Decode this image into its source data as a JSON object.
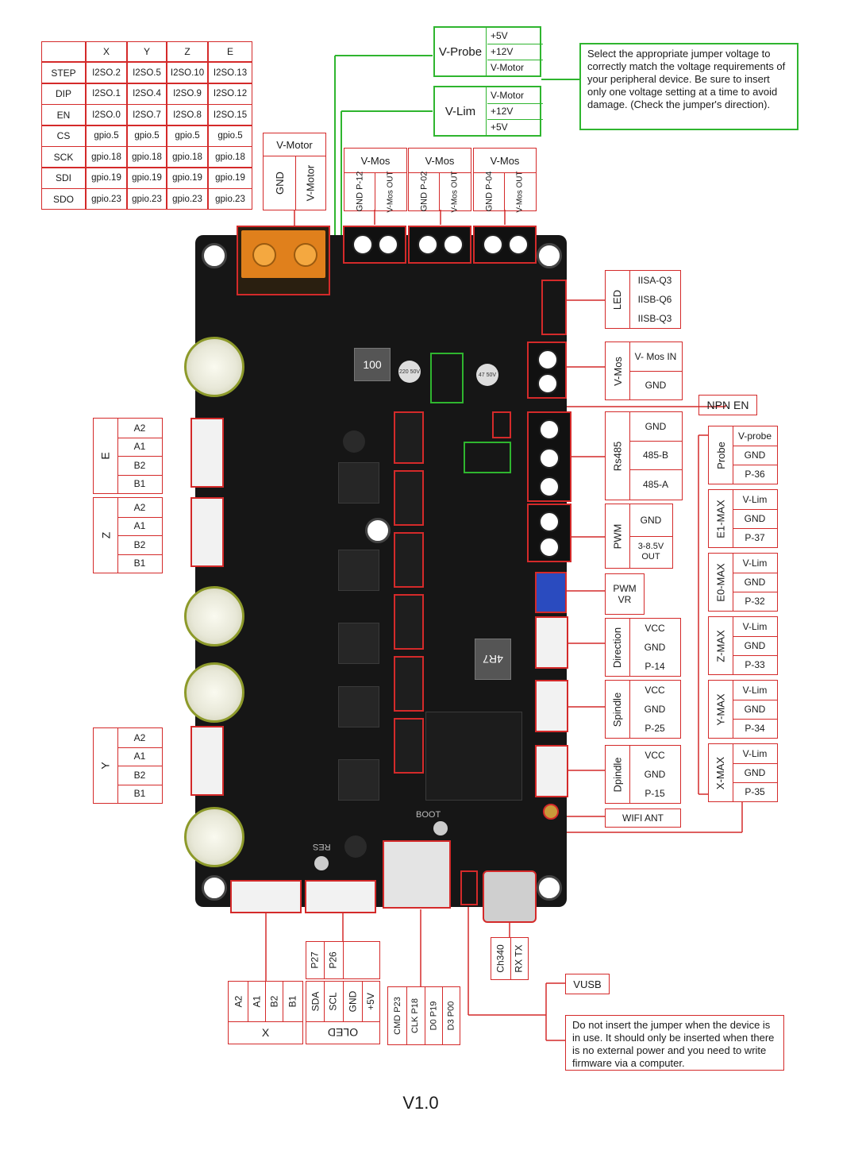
{
  "pin_table": {
    "headers": [
      "X",
      "Y",
      "Z",
      "E"
    ],
    "rows": [
      {
        "name": "STEP",
        "vals": [
          "I2SO.2",
          "I2SO.5",
          "I2SO.10",
          "I2SO.13"
        ]
      },
      {
        "name": "DIP",
        "vals": [
          "I2SO.1",
          "I2SO.4",
          "I2SO.9",
          "I2SO.12"
        ]
      },
      {
        "name": "EN",
        "vals": [
          "I2SO.0",
          "I2SO.7",
          "I2SO.8",
          "I2SO.15"
        ]
      },
      {
        "name": "CS",
        "vals": [
          "gpio.5",
          "gpio.5",
          "gpio.5",
          "gpio.5"
        ]
      },
      {
        "name": "SCK",
        "vals": [
          "gpio.18",
          "gpio.18",
          "gpio.18",
          "gpio.18"
        ]
      },
      {
        "name": "SDI",
        "vals": [
          "gpio.19",
          "gpio.19",
          "gpio.19",
          "gpio.19"
        ]
      },
      {
        "name": "SDO",
        "vals": [
          "gpio.23",
          "gpio.23",
          "gpio.23",
          "gpio.23"
        ]
      }
    ]
  },
  "power_input": {
    "title": "V-Motor",
    "pins": [
      "GND",
      "V-Motor"
    ]
  },
  "vmos": [
    {
      "title": "V-Mos",
      "pins": [
        "GND P-12",
        "V-Mos OUT"
      ]
    },
    {
      "title": "V-Mos",
      "pins": [
        "GND P-02",
        "V-Mos OUT"
      ]
    },
    {
      "title": "V-Mos",
      "pins": [
        "GND P-04",
        "V-Mos OUT"
      ]
    }
  ],
  "vprobe": {
    "title": "V-Probe",
    "options": [
      "+5V",
      "+12V",
      "V-Motor"
    ]
  },
  "vlim": {
    "title": "V-Lim",
    "options": [
      "V-Motor",
      "+12V",
      "+5V"
    ]
  },
  "jumper_note": "Select the appropriate jumper voltage to correctly match the voltage requirements of your peripheral device. Be sure to insert only one voltage setting at a time to avoid damage. (Check the jumper's direction).",
  "led": {
    "title": "LED",
    "pins": [
      "IISA-Q3",
      "IISB-Q6",
      "IISB-Q3"
    ]
  },
  "vmos_in": {
    "title": "V-Mos",
    "pins": [
      "V- Mos IN",
      "GND"
    ]
  },
  "npn_en": "NPN EN",
  "rs485": {
    "title": "Rs485",
    "pins": [
      "GND",
      "485-B",
      "485-A"
    ]
  },
  "pwm": {
    "title": "PWM",
    "pins": [
      "GND",
      "3-8.5V OUT"
    ]
  },
  "pwm_vr": "PWM VR",
  "direction": {
    "title": "Direction",
    "pins": [
      "VCC",
      "GND",
      "P-14"
    ]
  },
  "spindle": {
    "title": "Spindle",
    "pins": [
      "VCC",
      "GND",
      "P-25"
    ]
  },
  "dpindle": {
    "title": "Dpindle",
    "pins": [
      "VCC",
      "GND",
      "P-15"
    ]
  },
  "wifi_ant": "WIFI ANT",
  "right_ports": [
    {
      "title": "Probe",
      "pins": [
        "V-probe",
        "GND",
        "P-36"
      ]
    },
    {
      "title": "E1-MAX",
      "pins": [
        "V-Lim",
        "GND",
        "P-37"
      ]
    },
    {
      "title": "E0-MAX",
      "pins": [
        "V-Lim",
        "GND",
        "P-32"
      ]
    },
    {
      "title": "Z-MAX",
      "pins": [
        "V-Lim",
        "GND",
        "P-33"
      ]
    },
    {
      "title": "Y-MAX",
      "pins": [
        "V-Lim",
        "GND",
        "P-34"
      ]
    },
    {
      "title": "X-MAX",
      "pins": [
        "V-Lim",
        "GND",
        "P-35"
      ]
    }
  ],
  "motors": [
    {
      "title": "E",
      "pins": [
        "A2",
        "A1",
        "B2",
        "B1"
      ]
    },
    {
      "title": "Z",
      "pins": [
        "A2",
        "A1",
        "B2",
        "B1"
      ]
    },
    {
      "title": "Y",
      "pins": [
        "A2",
        "A1",
        "B2",
        "B1"
      ]
    }
  ],
  "x_motor": {
    "title": "X",
    "pins": [
      "A2",
      "A1",
      "B2",
      "B1"
    ]
  },
  "oled": {
    "title": "OLED",
    "top": [
      "P27",
      "P26"
    ],
    "pins": [
      "SDA",
      "SCL",
      "GND",
      "+5V"
    ]
  },
  "sd": {
    "top": [
      "CMD P23",
      "CLK P18",
      "D0 P19",
      "D3 P00"
    ]
  },
  "ch340": {
    "pins": [
      "Ch340",
      "RX TX"
    ]
  },
  "vusb": "VUSB",
  "usb_note": "Do not insert the jumper when the device is in use. It should only be inserted when there is no external power and you need to write firmware via a computer.",
  "board_marks": {
    "inductor1": "100",
    "inductor2": "4R7",
    "cap1": "220 50V",
    "cap2": "47 50V",
    "boot": "BOOT",
    "res": "RES"
  },
  "version": "V1.0"
}
